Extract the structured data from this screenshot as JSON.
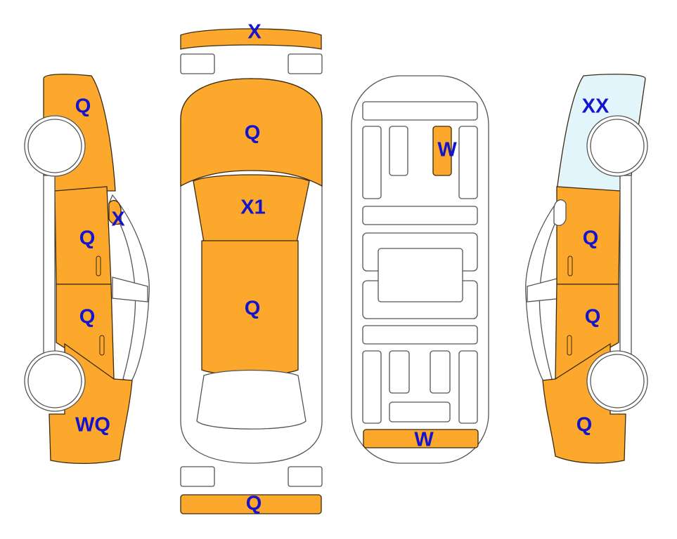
{
  "colors": {
    "damaged": "#FBA82C",
    "highlight": "#E2F5FB",
    "code_text": "#1414CC"
  },
  "left_side": {
    "front_fender": "Q",
    "mirror": "X",
    "front_door": "Q",
    "rear_door": "Q",
    "rear_fender": "WQ"
  },
  "top_view": {
    "front_bumper": "X",
    "hood": "Q",
    "windshield": "X1",
    "roof": "Q",
    "rear_bumper": "Q"
  },
  "underside": {
    "center_part": "W",
    "rear_part": "W"
  },
  "right_side": {
    "front_fender": "XX",
    "front_door": "Q",
    "rear_door": "Q",
    "rear_fender": "Q"
  }
}
